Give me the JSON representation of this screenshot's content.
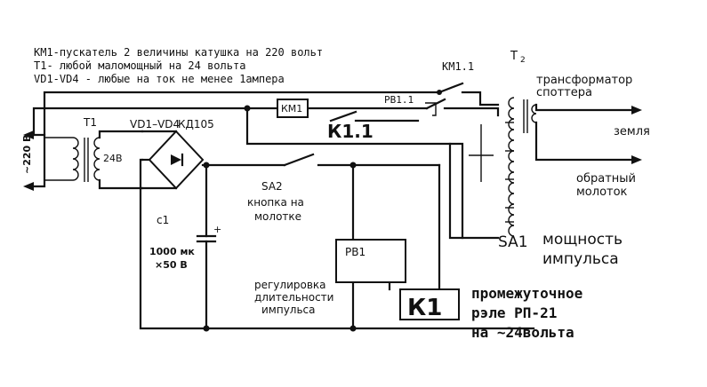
{
  "notes": {
    "line1": "КМ1-пускатель 2 величины катушка на 220 вольт",
    "line2": "Т1- любой маломощный на 24 вольта",
    "line3": "VD1-VD4 - любые на ток не менее 1ампера"
  },
  "labels": {
    "km1_1": "КМ1.1",
    "t2": "T",
    "t2_sub": "2",
    "transformer_line1": "трансформатор",
    "transformer_line2": "споттера",
    "earth": "земля",
    "hammer_line1": "обратный",
    "hammer_line2": "молоток",
    "km1": "КМ1",
    "rv1_1": "РВ1.1",
    "k1_1": "К1.1",
    "t1": "T1",
    "vd": "VD1–VD4",
    "kd": "КД105",
    "v220": "~220 В",
    "v24": "24В",
    "sa2": "SA2",
    "button_line1": "кнопка на",
    "button_line2": "молотке",
    "c1": "c1",
    "cap_line1": "1000 мк",
    "cap_line2": "×50 В",
    "rv1": "РВ1",
    "reg_line1": "регулировка",
    "reg_line2": "длительности",
    "reg_line3": "импульса",
    "k1": "К1",
    "relay_line1": "промежуточное",
    "relay_line2": "рэле  РП-21",
    "relay_line3": "на ~24вольта",
    "sa1": "SA1",
    "power_line1": "мощность",
    "power_line2": "импульса",
    "plus": "+"
  }
}
